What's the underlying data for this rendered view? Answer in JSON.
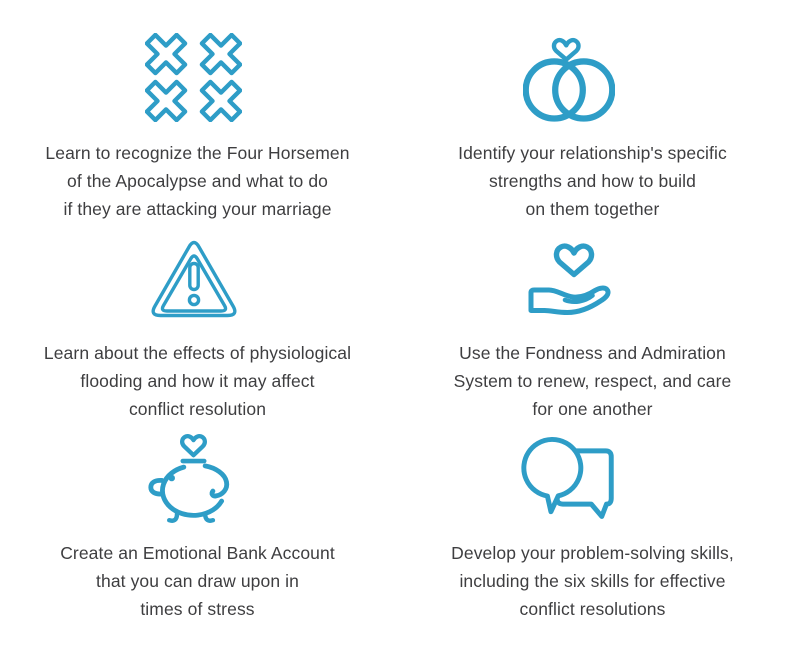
{
  "colors": {
    "accent": "#2e9dc7",
    "text": "#3e3e40"
  },
  "features": [
    {
      "icon": "four-x-icon",
      "lines": [
        "Learn to recognize the Four Horsemen",
        "of the Apocalypse and what to do",
        "if they are attacking your marriage"
      ]
    },
    {
      "icon": "wedding-rings-icon",
      "lines": [
        "Identify your relationship's specific",
        "strengths and how to build",
        "on them together"
      ]
    },
    {
      "icon": "warning-triangle-icon",
      "lines": [
        "Learn about the effects of physiological",
        "flooding and how it may affect",
        "conflict resolution"
      ]
    },
    {
      "icon": "heart-in-hand-icon",
      "lines": [
        "Use the Fondness and Admiration",
        "System to renew, respect, and care",
        "for one another"
      ]
    },
    {
      "icon": "piggy-bank-heart-icon",
      "lines": [
        "Create an Emotional Bank Account",
        "that you can draw upon in",
        "times of stress"
      ]
    },
    {
      "icon": "speech-bubbles-icon",
      "lines": [
        "Develop your problem-solving skills,",
        "including the six skills for effective",
        "conflict resolutions"
      ]
    }
  ]
}
